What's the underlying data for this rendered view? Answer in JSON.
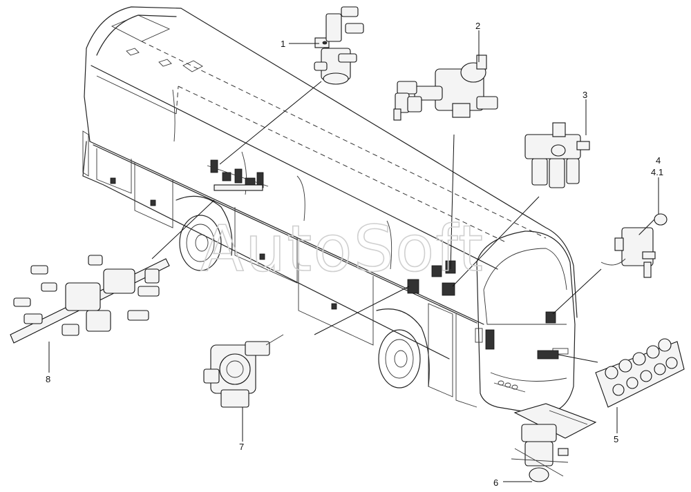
{
  "watermark": "AutoSoft",
  "callouts": {
    "c1": "1",
    "c2": "2",
    "c3": "3",
    "c4": "4",
    "c41": "4.1",
    "c5": "5",
    "c6": "6",
    "c7": "7",
    "c8": "8"
  }
}
